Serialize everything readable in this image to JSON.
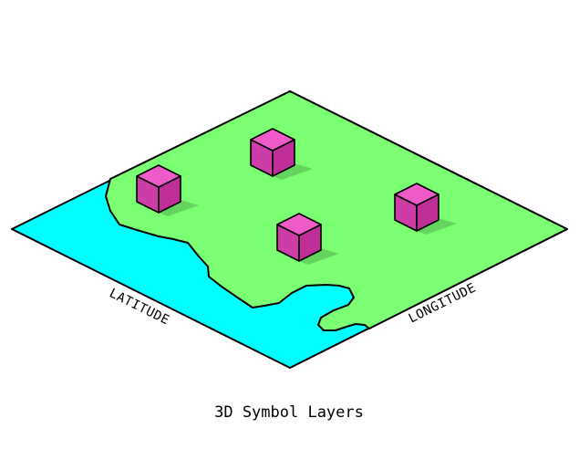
{
  "figure": {
    "title": "3D Symbol Layers",
    "axes": {
      "latitude_label": "LATITUDE",
      "longitude_label": "LONGITUDE"
    },
    "colors": {
      "land": "#7bff73",
      "water": "#00ffff",
      "cube_top": "#ef5bc9",
      "cube_left": "#cc3da7",
      "cube_right": "#c02f98",
      "shadow": "#62cc5c",
      "outline": "#000000",
      "background": "#ffffff"
    },
    "symbols": [
      {
        "name": "cube-symbol-1",
        "label": ""
      },
      {
        "name": "cube-symbol-2",
        "label": ""
      },
      {
        "name": "cube-symbol-3",
        "label": ""
      },
      {
        "name": "cube-symbol-4",
        "label": ""
      }
    ]
  }
}
